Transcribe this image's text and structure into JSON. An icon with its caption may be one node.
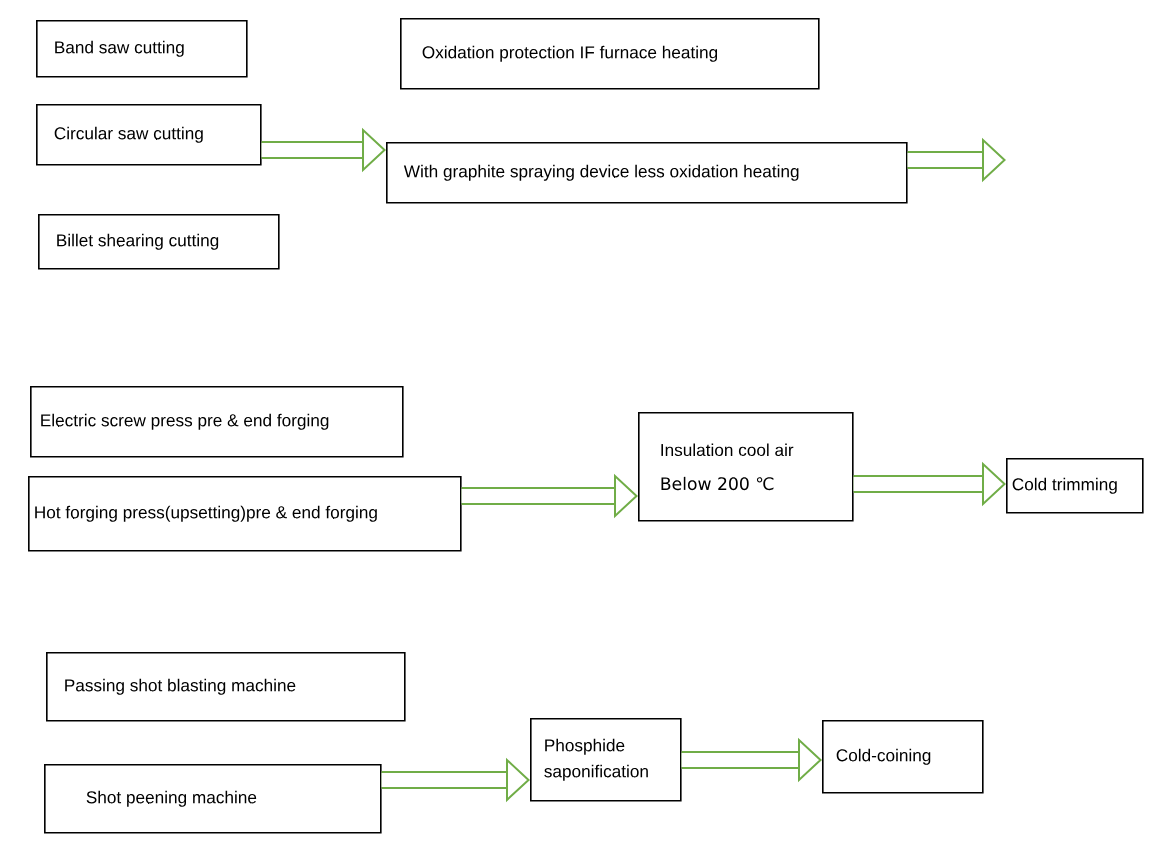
{
  "diagram": {
    "nodes": [
      {
        "text": [
          "Band saw cutting"
        ]
      },
      {
        "text": [
          "Circular saw cutting"
        ]
      },
      {
        "text": [
          "Billet shearing cutting"
        ]
      },
      {
        "text": [
          "Oxidation protection IF furnace heating"
        ]
      },
      {
        "text": [
          "With graphite spraying device less oxidation heating"
        ]
      },
      {
        "text": [
          "Electric screw press pre & end forging"
        ]
      },
      {
        "text": [
          "Hot forging press(upsetting)pre & end forging"
        ]
      },
      {
        "text": [
          "Insulation cool air",
          "Below 200 ℃"
        ]
      },
      {
        "text": [
          "Cold trimming"
        ]
      },
      {
        "text": [
          "Passing shot blasting machine"
        ]
      },
      {
        "text": [
          "Shot peening machine"
        ]
      },
      {
        "text": [
          "Phosphide saponification"
        ]
      },
      {
        "text": [
          "Cold-coining"
        ]
      }
    ],
    "edges": [
      {
        "from": 1,
        "to": 4,
        "arrow": "to"
      },
      {
        "from": 4,
        "to": null,
        "arrow": "to"
      },
      {
        "from": 6,
        "to": 7,
        "arrow": "to"
      },
      {
        "from": 7,
        "to": 8,
        "arrow": "to"
      },
      {
        "from": 10,
        "to": 11,
        "arrow": "to"
      },
      {
        "from": 11,
        "to": 12,
        "arrow": "to"
      }
    ]
  }
}
